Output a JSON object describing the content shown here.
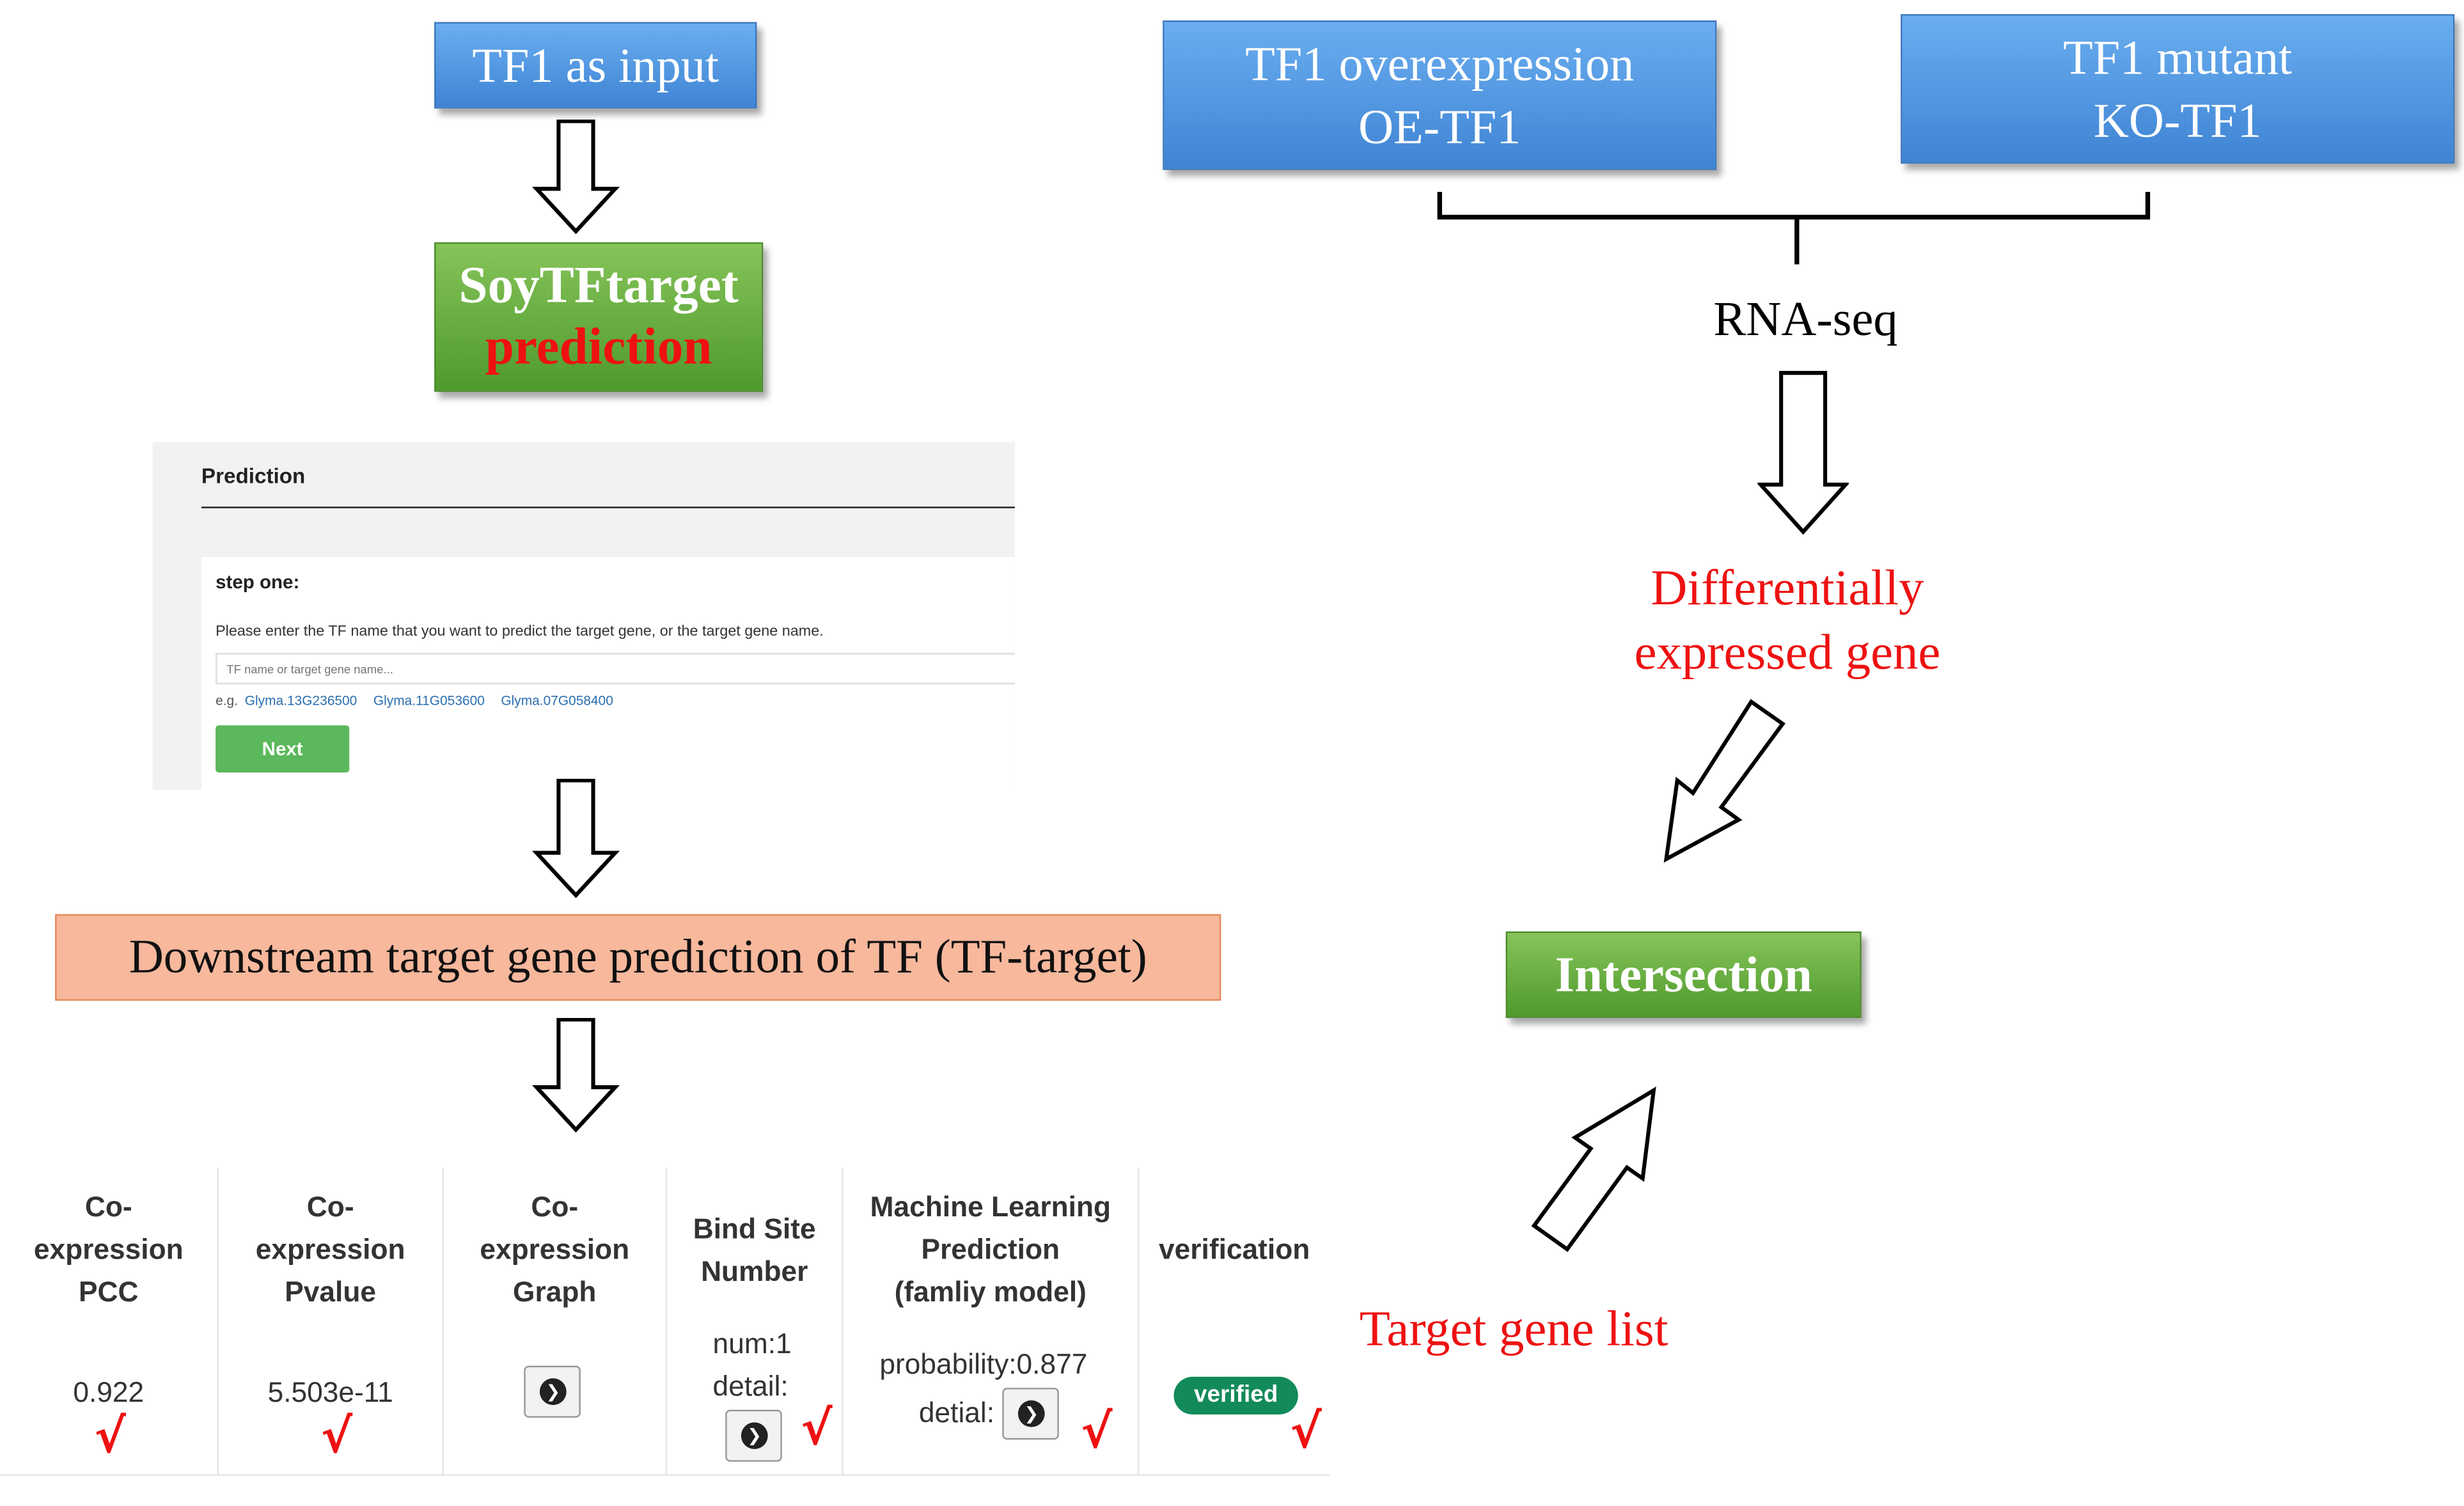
{
  "left": {
    "input_box": "TF1 as input",
    "tool_line1": "SoyTFtarget",
    "tool_line2": "prediction",
    "result_box": "Downstream target gene prediction of TF (TF-target)"
  },
  "screenshot": {
    "heading": "Prediction",
    "step_title": "step one:",
    "instruction": "Please enter the TF name that you want to predict the target gene, or the target gene name.",
    "input_placeholder": "TF name or target gene name...",
    "example_prefix": "e.g.",
    "examples": [
      "Glyma.13G236500",
      "Glyma.11G053600",
      "Glyma.07G058400"
    ],
    "next_button": "Next"
  },
  "table": {
    "headers": [
      [
        "Co-",
        "expression",
        "PCC"
      ],
      [
        "Co-",
        "expression",
        "Pvalue"
      ],
      [
        "Co-",
        "expression",
        "Graph"
      ],
      [
        "Bind Site",
        "Number"
      ],
      [
        "Machine Learning",
        "Prediction",
        "(famliy model)"
      ],
      [
        "verification"
      ]
    ],
    "pcc": "0.922",
    "pvalue": "5.503e-11",
    "bind_num": "num:1",
    "bind_detail": "detail:",
    "ml_probability": "probability:0.877",
    "ml_detail": "detial:",
    "verified_badge": "verified",
    "check": "√"
  },
  "right": {
    "oe_line1": "TF1 overexpression",
    "oe_line2": "OE-TF1",
    "ko_line1": "TF1 mutant",
    "ko_line2": "KO-TF1",
    "rnaseq": "RNA-seq",
    "deg_line1": "Differentially",
    "deg_line2": "expressed gene",
    "intersection": "Intersection",
    "target_list": "Target gene list"
  },
  "colors": {
    "blue": "#4a90e2",
    "green": "#5fa83a",
    "orange": "#f7b89c",
    "red": "#ee1111",
    "link": "#2a6fb0",
    "next_green": "#5cb85c",
    "badge_green": "#128a5a"
  }
}
